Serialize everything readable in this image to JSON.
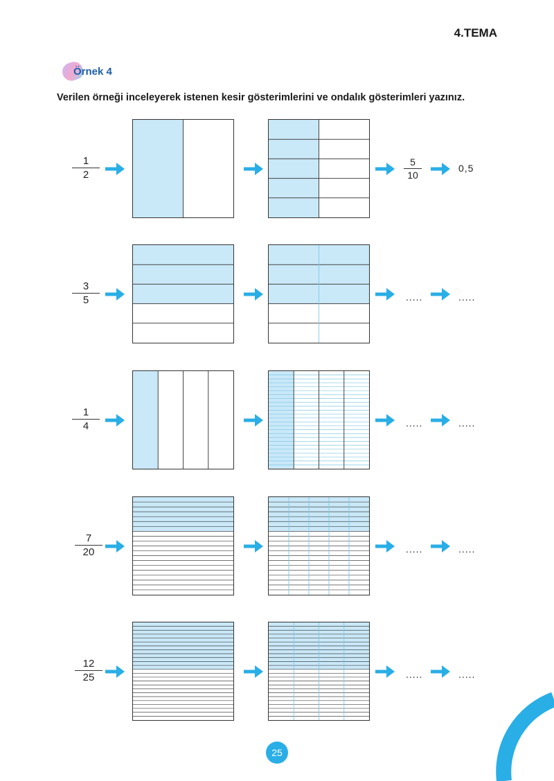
{
  "header": {
    "theme_title": "4.TEMA"
  },
  "example": {
    "label": "Örnek 4"
  },
  "instruction": "Verilen örneği inceleyerek istenen kesir gösterimlerini ve ondalık gösterimleri yazınız.",
  "colors": {
    "accent": "#29aee6",
    "fill": "#c9e8f8",
    "border": "#333333",
    "fine_line": "#7fc9e6"
  },
  "rows": [
    {
      "numerator": "1",
      "denominator": "2",
      "result_numerator": "5",
      "result_denominator": "10",
      "decimal": "0,5",
      "grid1": {
        "cols": 2,
        "rows": 1,
        "filled_cols": 1,
        "filled_rows": 0
      },
      "grid2": {
        "cols": 2,
        "rows": 5,
        "filled_cols": 1,
        "filled_rows": 0
      }
    },
    {
      "numerator": "3",
      "denominator": "5",
      "result_placeholder": ".....",
      "decimal": ".....",
      "grid1": {
        "cols": 1,
        "rows": 5,
        "filled_cols": 0,
        "filled_rows": 3
      },
      "grid2": {
        "cols": 2,
        "rows": 5,
        "filled_cols": 0,
        "filled_rows": 3
      }
    },
    {
      "numerator": "1",
      "denominator": "4",
      "result_placeholder": ".....",
      "decimal": ".....",
      "grid1": {
        "cols": 4,
        "rows": 1,
        "filled_cols": 1,
        "filled_rows": 0
      },
      "grid2": {
        "cols": 4,
        "rows": 25,
        "filled_cols": 1,
        "filled_rows": 0
      }
    },
    {
      "numerator": "7",
      "denominator": "20",
      "result_placeholder": ".....",
      "decimal": ".....",
      "grid1": {
        "cols": 1,
        "rows": 20,
        "filled_cols": 0,
        "filled_rows": 7
      },
      "grid2": {
        "cols": 5,
        "rows": 20,
        "filled_cols": 0,
        "filled_rows": 7
      }
    },
    {
      "numerator": "12",
      "denominator": "25",
      "result_placeholder": ".....",
      "decimal": ".....",
      "grid1": {
        "cols": 1,
        "rows": 25,
        "filled_cols": 0,
        "filled_rows": 12
      },
      "grid2": {
        "cols": 4,
        "rows": 25,
        "filled_cols": 0,
        "filled_rows": 12
      }
    }
  ],
  "footer": {
    "page_number": "25"
  }
}
